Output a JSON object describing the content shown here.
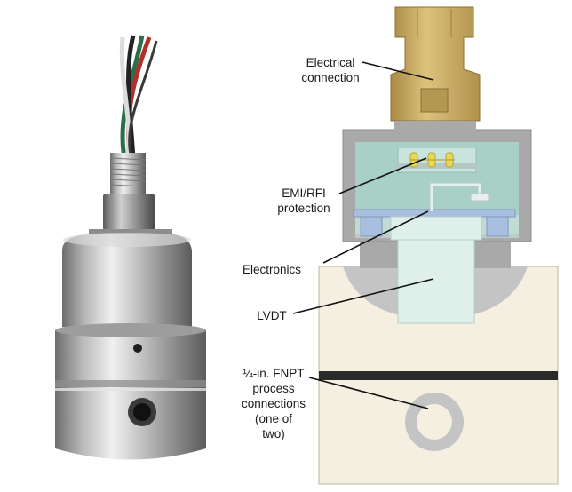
{
  "labels": {
    "electrical_connection": [
      "Electrical",
      "connection"
    ],
    "emi_rfi": [
      "EMI/RFI",
      "protection"
    ],
    "electronics": "Electronics",
    "lvdt": "LVDT",
    "process_connections": [
      "¼-in. FNPT",
      "process",
      "connections",
      "(one of",
      "two)"
    ]
  },
  "colors": {
    "brass": "#c9a95a",
    "housing": "#a9a9a9",
    "inner_chamber": "#a9d0c6",
    "body_block": "#f4efe0",
    "lvdt_core": "#dff0ea",
    "circuit_board": "#a9bfe0",
    "stainless": "#b8b8b8"
  }
}
